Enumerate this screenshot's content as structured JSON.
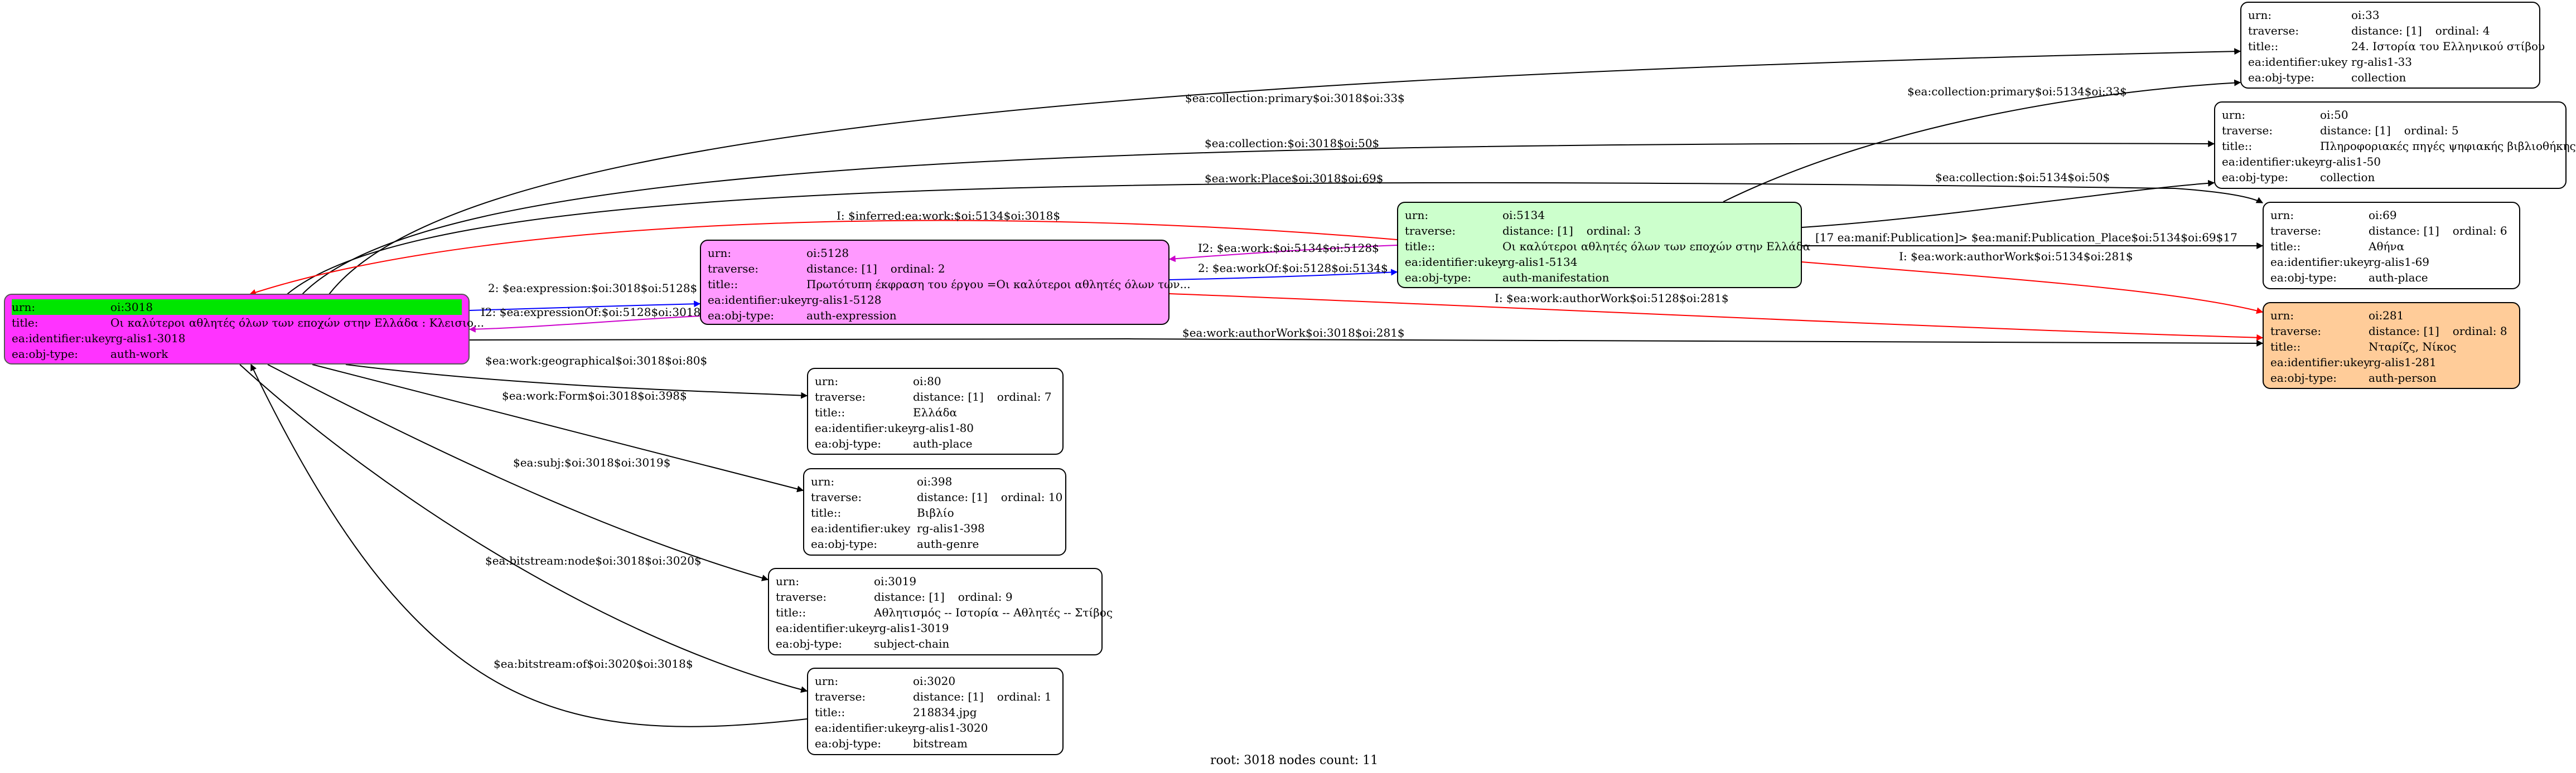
{
  "colors": {
    "root": "#ff33ff",
    "expression": "#ff99ff",
    "manifestation": "#ccffcc",
    "person": "#ffcc99",
    "default": "#ffffff",
    "urn_highlight": "#00e600",
    "edge_black": "#000000",
    "edge_blue": "#0000ff",
    "edge_red": "#ff0000",
    "edge_magenta": "#cc00cc"
  },
  "labels": {
    "urn": "urn:",
    "traverse": "traverse:",
    "title": "title::",
    "title_root": "title:",
    "identifier": "ea:identifier:ukey",
    "objtype": "ea:obj-type:"
  },
  "nodes": {
    "root": {
      "urn": "oi:3018",
      "title": "Οι καλύτεροι αθλητές όλων των εποχών στην Ελλάδα : Κλεισιο...",
      "identifier": "rg-alis1-3018",
      "objtype": "auth-work"
    },
    "n5128": {
      "urn": "oi:5128",
      "distance": "distance: [1]",
      "ordinal": "ordinal: 2",
      "title": "Πρωτότυπη έκφραση του έργου =Οι καλύτεροι αθλητές όλων των...",
      "identifier": "rg-alis1-5128",
      "objtype": "auth-expression"
    },
    "n5134": {
      "urn": "oi:5134",
      "distance": "distance: [1]",
      "ordinal": "ordinal: 3",
      "title": "Οι καλύτεροι αθλητές όλων των εποχών στην Ελλάδα",
      "identifier": "rg-alis1-5134",
      "objtype": "auth-manifestation"
    },
    "n33": {
      "urn": "oi:33",
      "distance": "distance: [1]",
      "ordinal": "ordinal: 4",
      "title": "24. Ιστορία του Ελληνικού  στίβου",
      "identifier": "rg-alis1-33",
      "objtype": "collection"
    },
    "n50": {
      "urn": "oi:50",
      "distance": "distance: [1]",
      "ordinal": "ordinal: 5",
      "title": "Πληροφοριακές πηγές ψηφιακής βιβλιοθήκης",
      "identifier": "rg-alis1-50",
      "objtype": "collection"
    },
    "n69": {
      "urn": "oi:69",
      "distance": "distance: [1]",
      "ordinal": "ordinal: 6",
      "title": "Αθήνα",
      "identifier": "rg-alis1-69",
      "objtype": "auth-place"
    },
    "n281": {
      "urn": "oi:281",
      "distance": "distance: [1]",
      "ordinal": "ordinal: 8",
      "title": "Νταρίζς, Νίκος",
      "identifier": "rg-alis1-281",
      "objtype": "auth-person"
    },
    "n80": {
      "urn": "oi:80",
      "distance": "distance: [1]",
      "ordinal": "ordinal: 7",
      "title": "Ελλάδα",
      "identifier": "rg-alis1-80",
      "objtype": "auth-place"
    },
    "n398": {
      "urn": "oi:398",
      "distance": "distance: [1]",
      "ordinal": "ordinal: 10",
      "title": "Βιβλίο",
      "identifier": "rg-alis1-398",
      "objtype": "auth-genre"
    },
    "n3019": {
      "urn": "oi:3019",
      "distance": "distance: [1]",
      "ordinal": "ordinal: 9",
      "title": "Αθλητισμός -- Ιστορία -- Αθλητές -- Στίβος",
      "identifier": "rg-alis1-3019",
      "objtype": "subject-chain"
    },
    "n3020": {
      "urn": "oi:3020",
      "distance": "distance: [1]",
      "ordinal": "ordinal: 1",
      "title": "218834.jpg",
      "identifier": "rg-alis1-3020",
      "objtype": "bitstream"
    }
  },
  "edges": [
    {
      "label": "$ea:collection:primary$oi:3018$oi:33$",
      "color": "#000000"
    },
    {
      "label": "$ea:collection:$oi:3018$oi:50$",
      "color": "#000000"
    },
    {
      "label": "$ea:work:Place$oi:3018$oi:69$",
      "color": "#000000"
    },
    {
      "label": "I: $inferred:ea:work:$oi:5134$oi:3018$",
      "color": "#ff0000"
    },
    {
      "label": "2: $ea:expression:$oi:3018$oi:5128$",
      "color": "#0000ff"
    },
    {
      "label": "I2: $ea:expressionOf:$oi:5128$oi:3018$",
      "color": "#cc00cc"
    },
    {
      "label": "I2: $ea:work:$oi:5134$oi:5128$",
      "color": "#cc00cc"
    },
    {
      "label": "2: $ea:workOf:$oi:5128$oi:5134$",
      "color": "#0000ff"
    },
    {
      "label": "$ea:collection:primary$oi:5134$oi:33$",
      "color": "#000000"
    },
    {
      "label": "$ea:collection:$oi:5134$oi:50$",
      "color": "#000000"
    },
    {
      "label": "[17 ea:manif:Publication]> $ea:manif:Publication_Place$oi:5134$oi:69$17",
      "color": "#000000"
    },
    {
      "label": "I: $ea:work:authorWork$oi:5134$oi:281$",
      "color": "#ff0000"
    },
    {
      "label": "I: $ea:work:authorWork$oi:5128$oi:281$",
      "color": "#ff0000"
    },
    {
      "label": "$ea:work:authorWork$oi:3018$oi:281$",
      "color": "#000000"
    },
    {
      "label": "$ea:work:geographical$oi:3018$oi:80$",
      "color": "#000000"
    },
    {
      "label": "$ea:work:Form$oi:3018$oi:398$",
      "color": "#000000"
    },
    {
      "label": "$ea:subj:$oi:3018$oi:3019$",
      "color": "#000000"
    },
    {
      "label": "$ea:bitstream:node$oi:3018$oi:3020$",
      "color": "#000000"
    },
    {
      "label": "$ea:bitstream:of$oi:3020$oi:3018$",
      "color": "#000000"
    }
  ],
  "footer": "root: 3018 nodes count: 11"
}
